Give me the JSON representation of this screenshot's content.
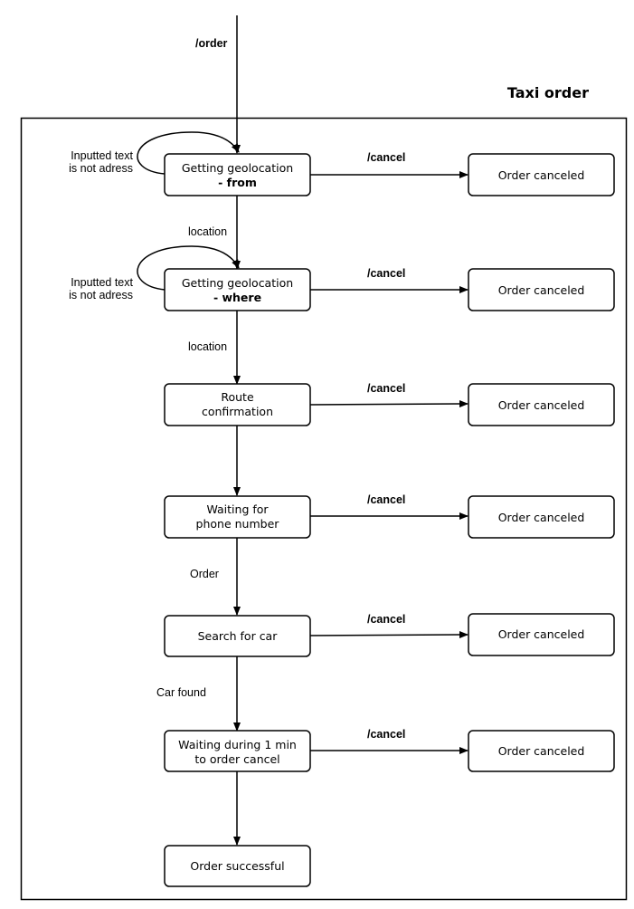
{
  "title": "Taxi order",
  "entry_label": "/order",
  "loop_label": {
    "line1": "Inputted text",
    "line2": "is not adress"
  },
  "states": [
    {
      "line1": "Getting geolocation",
      "line2": "- from",
      "line2_bold": true
    },
    {
      "line1": "Getting geolocation",
      "line2": "- where",
      "line2_bold": true
    },
    {
      "line1": "Route",
      "line2": "confirmation",
      "line2_bold": false
    },
    {
      "line1": "Waiting for",
      "line2": "phone number",
      "line2_bold": false
    },
    {
      "line1": "Search for car",
      "line2": "",
      "line2_bold": false
    },
    {
      "line1": "Waiting during 1 min",
      "line2": "to order cancel",
      "line2_bold": false
    }
  ],
  "final_state": "Order successful",
  "transitions": [
    "location",
    "location",
    "",
    "Order",
    "Car found",
    ""
  ],
  "cancel_label": "/cancel",
  "cancel_state": "Order canceled"
}
